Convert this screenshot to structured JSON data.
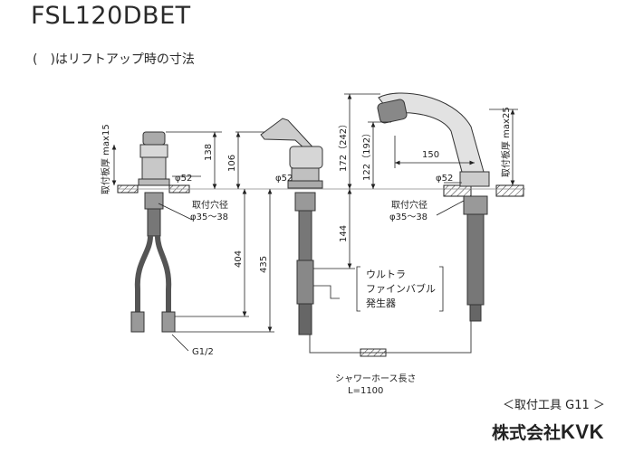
{
  "header": {
    "model": "FSL120DBET",
    "lift_note": "(　)はリフトアップ時の寸法"
  },
  "labels": {
    "thickness_left": "取付板厚 max15",
    "thickness_right": "取付板厚 max25",
    "hole_left_1": "取付穴径",
    "hole_left_2": "φ35〜38",
    "hole_right_1": "取付穴径",
    "hole_right_2": "φ35〜38",
    "dia_left": "φ52",
    "dia_mid": "φ52",
    "dia_right": "φ52",
    "dim_138": "138",
    "dim_106": "106",
    "dim_404": "404",
    "dim_435": "435",
    "dim_172": "172（242）",
    "dim_122": "122（192）",
    "dim_144": "144",
    "dim_150": "150",
    "ultra_1": "ウルトラ",
    "ultra_2": "ファインバブル",
    "ultra_3": "発生器",
    "g12": "G1/2",
    "hose_1": "シャワーホース長さ",
    "hose_2": "L=1100"
  },
  "footer": {
    "tool": "＜取付工具 G11 ＞",
    "brand_prefix": "株式会社",
    "brand_logo": "KVK"
  }
}
